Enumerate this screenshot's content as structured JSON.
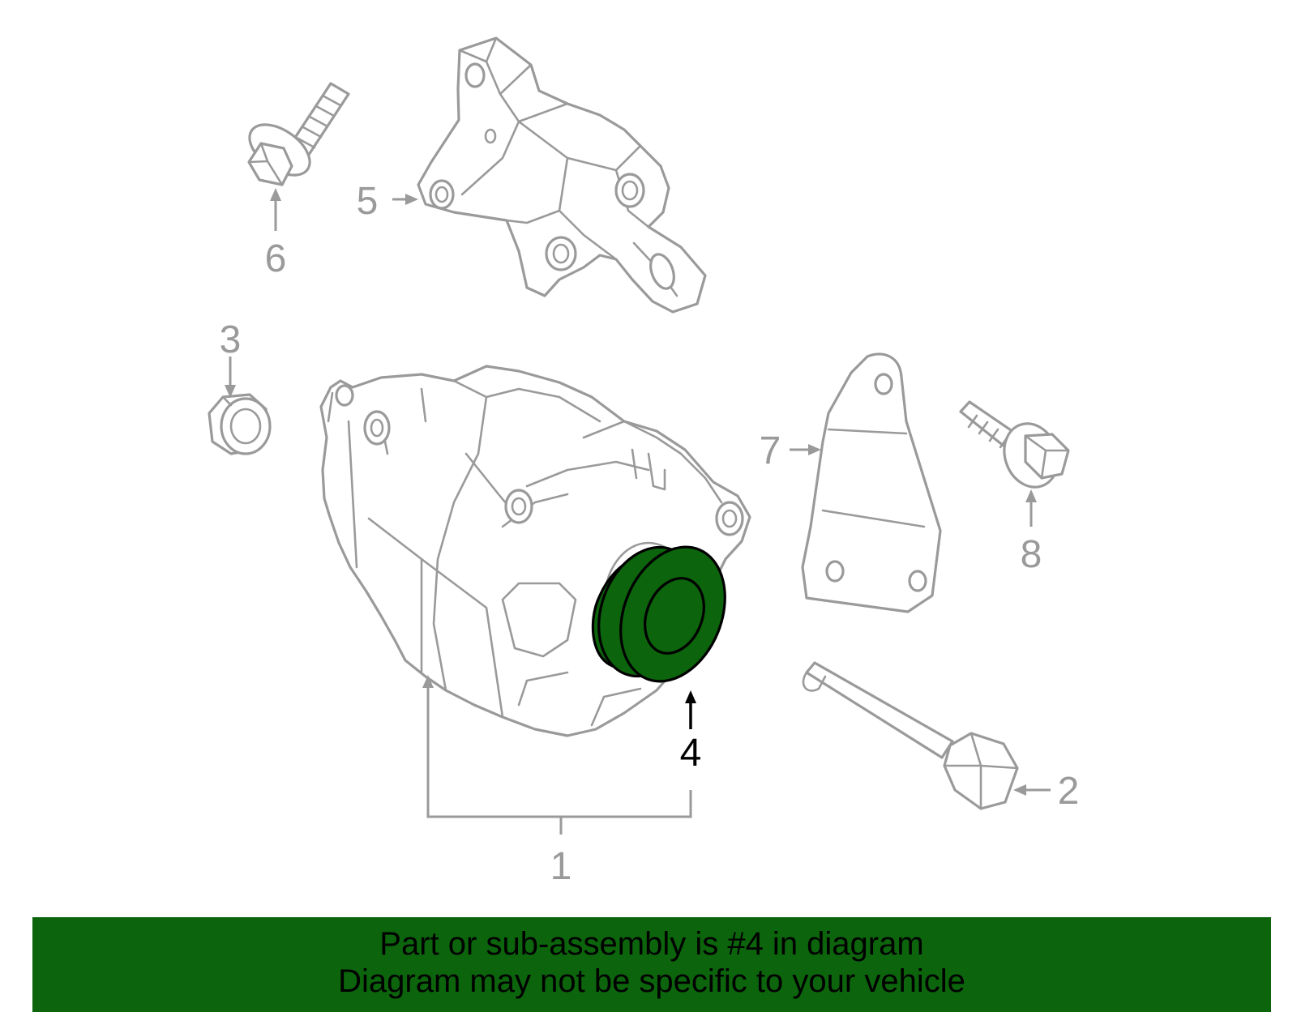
{
  "callouts": {
    "c1": "1",
    "c2": "2",
    "c3": "3",
    "c4": "4",
    "c5": "5",
    "c6": "6",
    "c7": "7",
    "c8": "8"
  },
  "highlighted_callout": "4",
  "colors": {
    "highlight_fill": "#0c640c",
    "banner_background": "#0c640c",
    "line_art": "#9a9a9a",
    "highlight_outline": "#000000"
  },
  "banner": {
    "line1": "Part or sub-assembly is #4 in diagram",
    "line2": "Diagram may not be specific to your vehicle"
  }
}
